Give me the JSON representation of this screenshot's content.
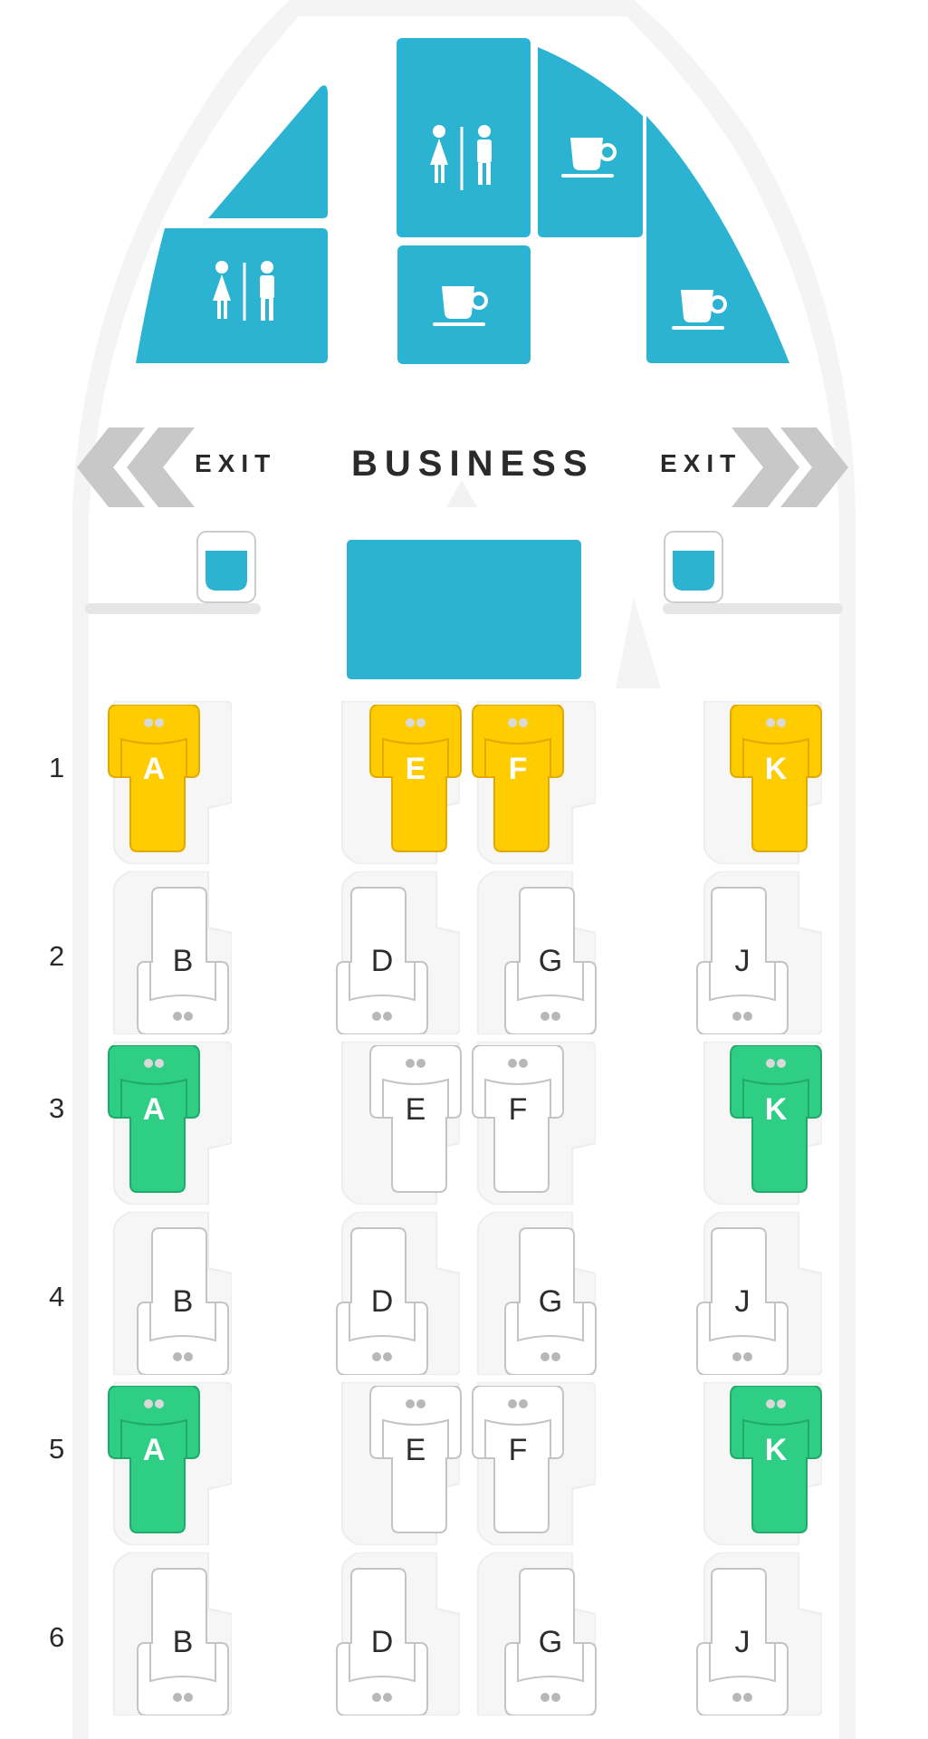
{
  "cabin": {
    "title": "BUSINESS",
    "exit_left": "EXIT",
    "exit_right": "EXIT"
  },
  "colors": {
    "facility": "#2db3d2",
    "occupied": "#ffcc00",
    "available": "#2ecf85",
    "empty": "#ffffff",
    "chevron": "#c8c8c8",
    "outline": "#d9d9d9"
  },
  "facilities": [
    {
      "name": "lavatory-icon",
      "label": "lavatory"
    },
    {
      "name": "galley-icon",
      "label": "galley"
    }
  ],
  "rows": [
    {
      "number": "1",
      "seats": [
        {
          "letter": "A",
          "status": "occupied"
        },
        {
          "letter": "E",
          "status": "occupied"
        },
        {
          "letter": "F",
          "status": "occupied"
        },
        {
          "letter": "K",
          "status": "occupied"
        }
      ]
    },
    {
      "number": "2",
      "seats": [
        {
          "letter": "B",
          "status": "empty"
        },
        {
          "letter": "D",
          "status": "empty"
        },
        {
          "letter": "G",
          "status": "empty"
        },
        {
          "letter": "J",
          "status": "empty"
        }
      ]
    },
    {
      "number": "3",
      "seats": [
        {
          "letter": "A",
          "status": "available"
        },
        {
          "letter": "E",
          "status": "empty"
        },
        {
          "letter": "F",
          "status": "empty"
        },
        {
          "letter": "K",
          "status": "available"
        }
      ]
    },
    {
      "number": "4",
      "seats": [
        {
          "letter": "B",
          "status": "empty"
        },
        {
          "letter": "D",
          "status": "empty"
        },
        {
          "letter": "G",
          "status": "empty"
        },
        {
          "letter": "J",
          "status": "empty"
        }
      ]
    },
    {
      "number": "5",
      "seats": [
        {
          "letter": "A",
          "status": "available"
        },
        {
          "letter": "E",
          "status": "empty"
        },
        {
          "letter": "F",
          "status": "empty"
        },
        {
          "letter": "K",
          "status": "available"
        }
      ]
    },
    {
      "number": "6",
      "seats": [
        {
          "letter": "B",
          "status": "empty"
        },
        {
          "letter": "D",
          "status": "empty"
        },
        {
          "letter": "G",
          "status": "empty"
        },
        {
          "letter": "J",
          "status": "empty"
        }
      ]
    }
  ]
}
